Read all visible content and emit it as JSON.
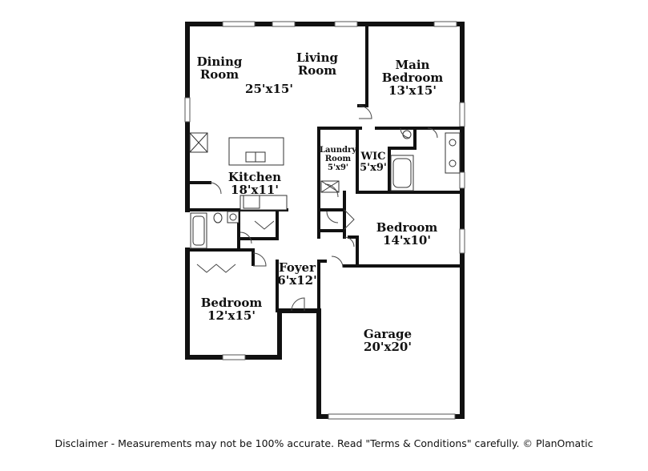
{
  "rooms": {
    "dining": {
      "name_line1": "Dining",
      "name_line2": "Room"
    },
    "living": {
      "name_line1": "Living",
      "name_line2": "Room",
      "dimensions": "25'x15'"
    },
    "main_bedroom": {
      "name_line1": "Main",
      "name_line2": "Bedroom",
      "dimensions": "13'x15'"
    },
    "kitchen": {
      "name": "Kitchen",
      "dimensions": "18'x11'"
    },
    "laundry": {
      "name_line1": "Laundry",
      "name_line2": "Room",
      "dimensions": "5'x9'"
    },
    "wic": {
      "name": "WIC",
      "dimensions": "5'x9'"
    },
    "bedroom_2": {
      "name": "Bedroom",
      "dimensions": "14'x10'"
    },
    "foyer": {
      "name": "Foyer",
      "dimensions": "6'x12'"
    },
    "bedroom_3": {
      "name": "Bedroom",
      "dimensions": "12'x15'"
    },
    "garage": {
      "name": "Garage",
      "dimensions": "20'x20'"
    }
  },
  "disclaimer": "Disclaimer - Measurements may not be 100% accurate. Read \"Terms & Conditions\" carefully. © PlanOmatic"
}
